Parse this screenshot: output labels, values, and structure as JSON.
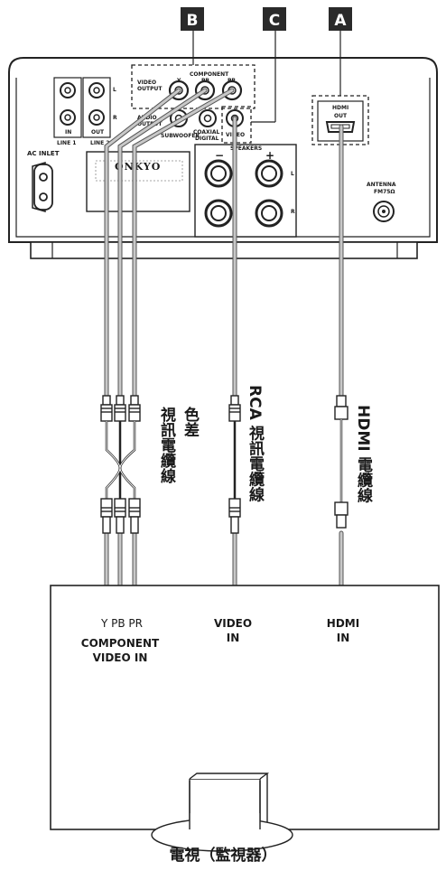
{
  "badges": {
    "a": "A",
    "b": "B",
    "c": "C"
  },
  "device": {
    "video_output": "VIDEO\nOUTPUT",
    "component": "COMPONENT",
    "y": "Y",
    "pb": "PB",
    "pr": "PR",
    "audio_output": "AUDIO\nOUTPUT",
    "subwoofer": "SUBWOOFER",
    "coaxial": "COAXIAL\nDIGITAL",
    "video": "VIDEO",
    "hdmi": "HDMI",
    "out": "OUT",
    "in": "IN",
    "line1": "LINE 1",
    "line2": "LINE 2",
    "l": "L",
    "r": "R",
    "ac_inlet": "AC INLET",
    "brand": "ONKYO",
    "speakers": "SPEAKERS",
    "minus": "−",
    "plus": "+",
    "antenna": "ANTENNA",
    "antenna_sub": "FM75Ω"
  },
  "cables": {
    "component": "色差\n視訊電纜線",
    "rca": "RCA 視訊電纜線",
    "hdmi": "HDMI 電纜線"
  },
  "tv": {
    "ypbpr": "Y PB PR",
    "component_in": "COMPONENT\nVIDEO IN",
    "video_in": "VIDEO\nIN",
    "hdmi_in": "HDMI\nIN",
    "title": "電視（監視器）"
  }
}
